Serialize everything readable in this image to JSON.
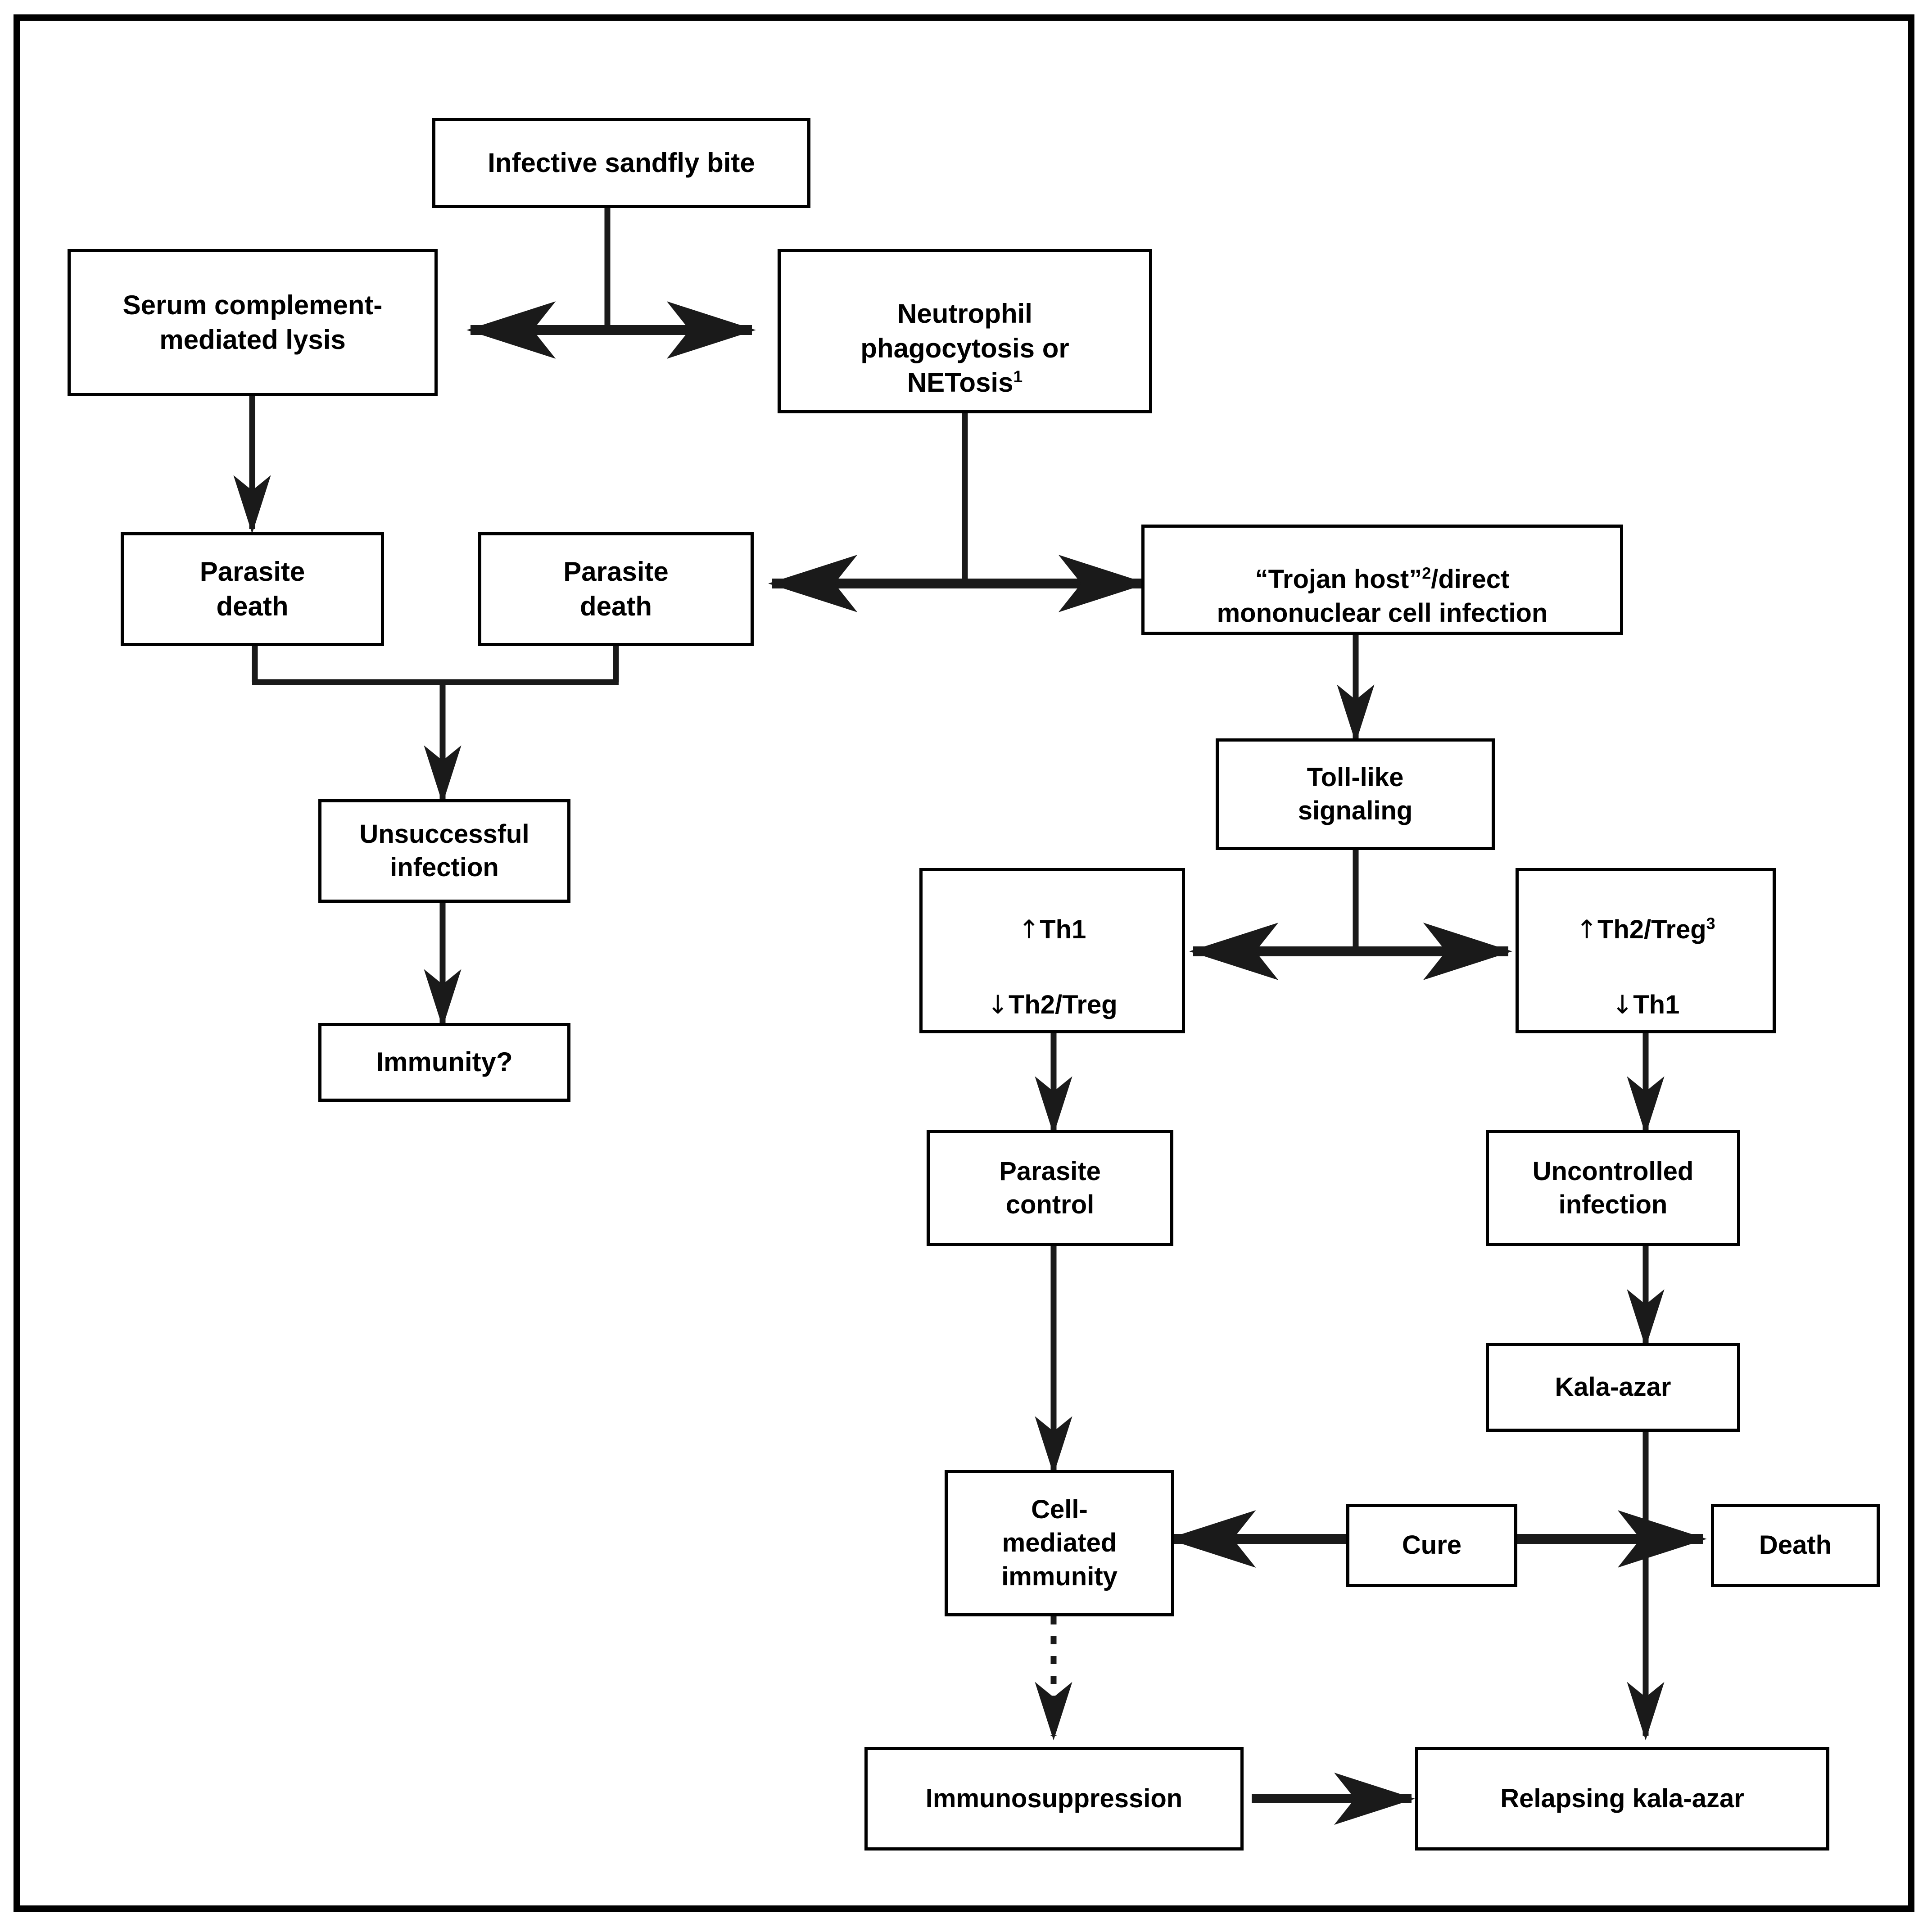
{
  "figure": {
    "kind": "flowchart",
    "title": "Visceral leishmaniasis infection outcome flowchart",
    "background_color": "#ffffff",
    "line_color": "#000000",
    "border_color": "#000000"
  },
  "nodes": [
    {
      "id": "infective-sandfly-bite",
      "label": "Infective sandfly bite"
    },
    {
      "id": "serum-complement-mediated-lysis",
      "label": "Serum complement-\nmediated lysis"
    },
    {
      "id": "neutrophil-phagocytosis-netosis",
      "label": "Neutrophil\nphagocytosis or\nNETosis",
      "superscript": "1"
    },
    {
      "id": "parasite-death-left",
      "label": "Parasite\ndeath"
    },
    {
      "id": "parasite-death-right",
      "label": "Parasite\ndeath"
    },
    {
      "id": "trojan-host-direct-infection",
      "label_prefix": "“Trojan host”",
      "superscript": "2",
      "label_suffix": "/direct\nmononuclear cell infection"
    },
    {
      "id": "unsuccessful-infection",
      "label": "Unsuccessful\ninfection"
    },
    {
      "id": "immunity-question",
      "label": "Immunity?"
    },
    {
      "id": "toll-like-signaling",
      "label": "Toll-like\nsignaling"
    },
    {
      "id": "th1-up-th2treg-down",
      "line1_arrow": "↑",
      "line1_text": "Th1",
      "line2_arrow": "↓",
      "line2_text": "Th2/Treg"
    },
    {
      "id": "th2treg-up-th1-down",
      "line1_arrow": "↑",
      "line1_text": "Th2/Treg",
      "line1_superscript": "3",
      "line2_arrow": "↓",
      "line2_text": "Th1"
    },
    {
      "id": "parasite-control",
      "label": "Parasite\ncontrol"
    },
    {
      "id": "uncontrolled-infection",
      "label": "Uncontrolled\ninfection"
    },
    {
      "id": "cell-mediated-immunity",
      "label": "Cell-\nmediated\nimmunity"
    },
    {
      "id": "kala-azar",
      "label": "Kala-azar"
    },
    {
      "id": "cure",
      "label": "Cure"
    },
    {
      "id": "death",
      "label": "Death"
    },
    {
      "id": "immunosuppression",
      "label": "Immunosuppression"
    },
    {
      "id": "relapsing-kala-azar",
      "label": "Relapsing kala-azar"
    }
  ],
  "edges": [
    {
      "from": "infective-sandfly-bite",
      "to": "serum-complement-mediated-lysis",
      "style": "bidirectional-tee"
    },
    {
      "from": "infective-sandfly-bite",
      "to": "neutrophil-phagocytosis-netosis",
      "style": "bidirectional-tee"
    },
    {
      "from": "serum-complement-mediated-lysis",
      "to": "parasite-death-left",
      "style": "solid-arrow"
    },
    {
      "from": "neutrophil-phagocytosis-netosis",
      "to": "parasite-death-right",
      "style": "bidirectional-tee"
    },
    {
      "from": "neutrophil-phagocytosis-netosis",
      "to": "trojan-host-direct-infection",
      "style": "bidirectional-tee"
    },
    {
      "from": "parasite-death-left",
      "to": "unsuccessful-infection",
      "style": "merge-arrow"
    },
    {
      "from": "parasite-death-right",
      "to": "unsuccessful-infection",
      "style": "merge-arrow"
    },
    {
      "from": "unsuccessful-infection",
      "to": "immunity-question",
      "style": "solid-arrow"
    },
    {
      "from": "trojan-host-direct-infection",
      "to": "toll-like-signaling",
      "style": "solid-arrow"
    },
    {
      "from": "toll-like-signaling",
      "to": "th1-up-th2treg-down",
      "style": "bidirectional-tee"
    },
    {
      "from": "toll-like-signaling",
      "to": "th2treg-up-th1-down",
      "style": "bidirectional-tee"
    },
    {
      "from": "th1-up-th2treg-down",
      "to": "parasite-control",
      "style": "solid-arrow"
    },
    {
      "from": "th2treg-up-th1-down",
      "to": "uncontrolled-infection",
      "style": "solid-arrow"
    },
    {
      "from": "parasite-control",
      "to": "cell-mediated-immunity",
      "style": "solid-arrow"
    },
    {
      "from": "uncontrolled-infection",
      "to": "kala-azar",
      "style": "solid-arrow"
    },
    {
      "from": "kala-azar",
      "to": "cure",
      "style": "bidirectional-tee"
    },
    {
      "from": "kala-azar",
      "to": "death",
      "style": "bidirectional-tee"
    },
    {
      "from": "cure",
      "to": "cell-mediated-immunity",
      "style": "solid-arrow"
    },
    {
      "from": "kala-azar",
      "to": "relapsing-kala-azar",
      "style": "solid-arrow"
    },
    {
      "from": "cell-mediated-immunity",
      "to": "immunosuppression",
      "style": "dotted-arrow"
    },
    {
      "from": "immunosuppression",
      "to": "relapsing-kala-azar",
      "style": "solid-arrow"
    }
  ]
}
